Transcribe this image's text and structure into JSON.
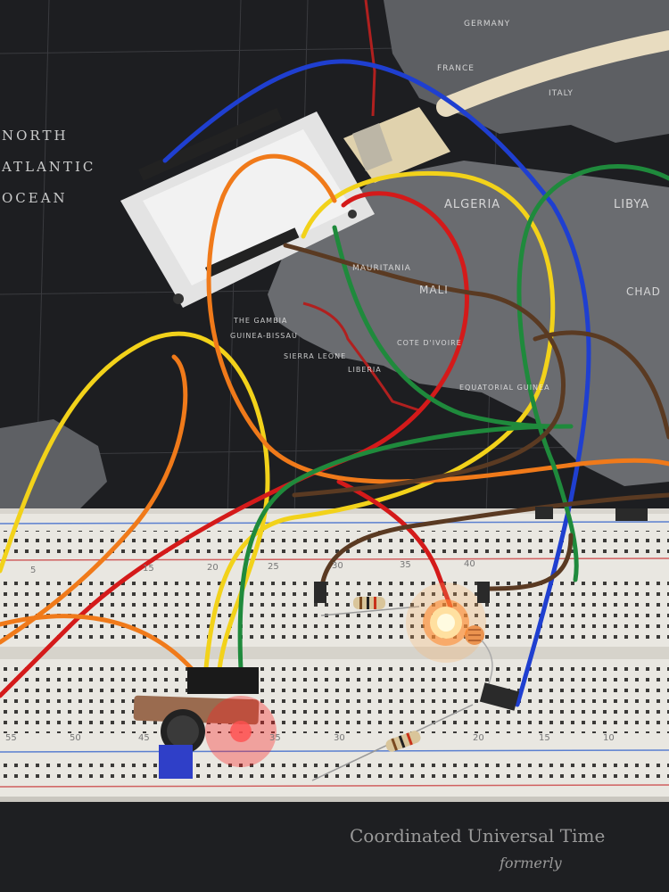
{
  "map": {
    "ocean_lines": [
      "NORTH",
      "ATLANTIC",
      "OCEAN"
    ],
    "regions": [
      "ALGERIA",
      "LIBYA",
      "MALI",
      "CHAD",
      "MAURITANIA",
      "THE GAMBIA",
      "GUINEA-BISSAU",
      "SIERRA LEONE",
      "LIBERIA",
      "COTE D'IVOIRE",
      "EQUATORIAL GUINEA",
      "GERMANY",
      "FRANCE",
      "ITALY"
    ]
  },
  "breadboard": {
    "top_numbers": [
      "5",
      "15",
      "20",
      "25",
      "30",
      "35",
      "40"
    ],
    "bottom_numbers": [
      "55",
      "50",
      "45",
      "35",
      "30",
      "20",
      "15",
      "10"
    ]
  },
  "mat_caption": {
    "line1": "Coordinated Universal Time",
    "line2": "formerly"
  },
  "colors": {
    "wire_blue": "#1f3fd0",
    "wire_yellow": "#f2d21a",
    "wire_red": "#d41a1a",
    "wire_orange": "#f07a1a",
    "wire_green": "#1f8a3c",
    "wire_brown": "#5a3a22",
    "led_glow": "#ffb060"
  }
}
